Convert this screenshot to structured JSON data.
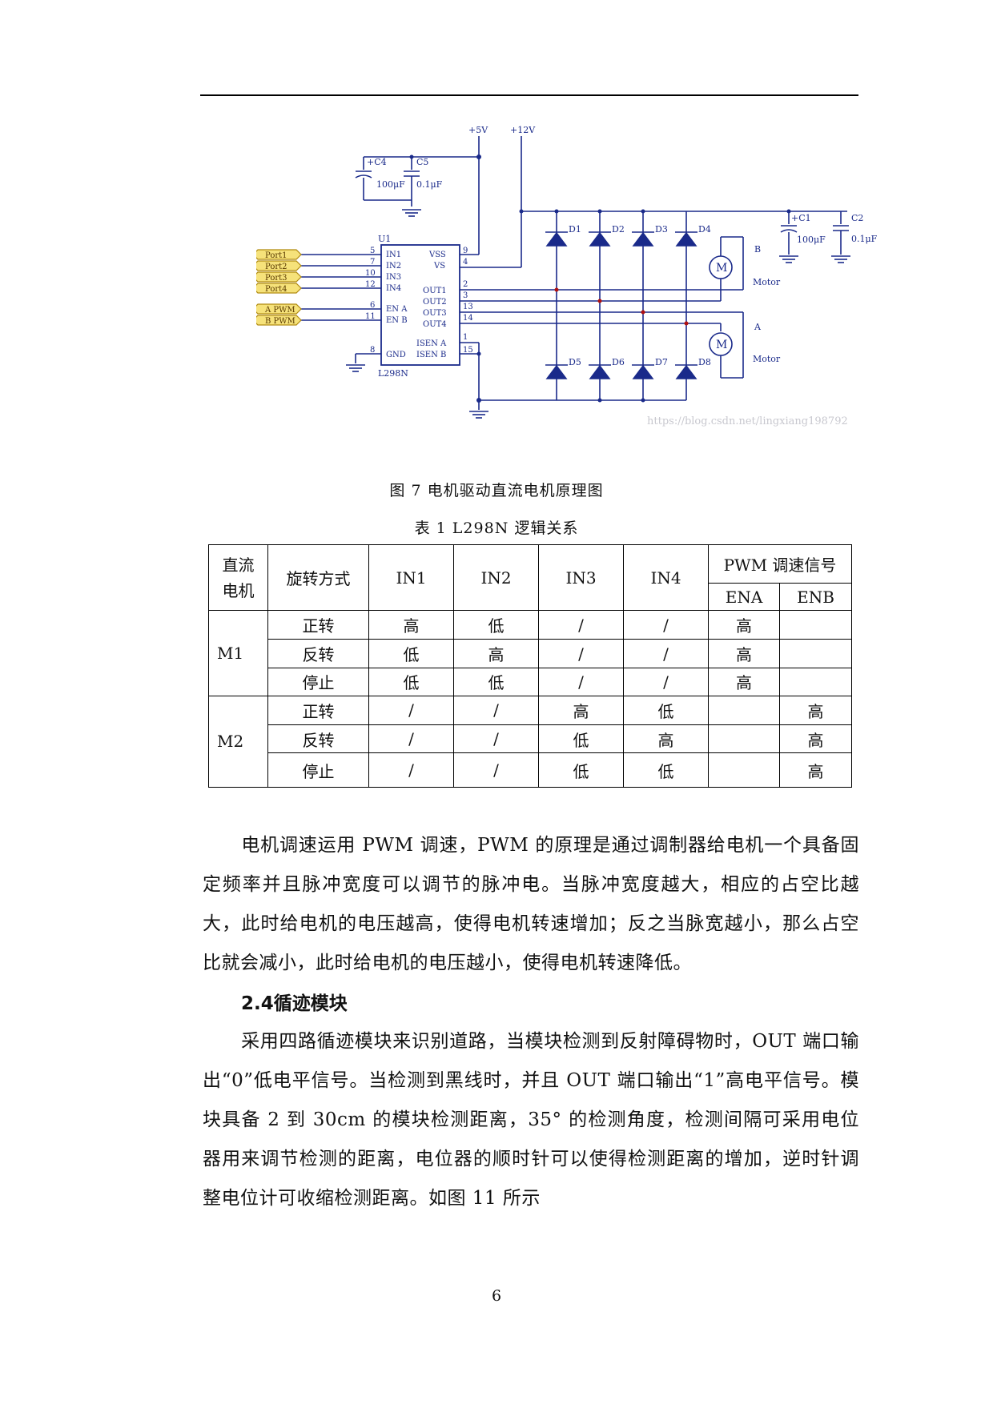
{
  "schematic": {
    "supply_5v": "+5V",
    "supply_12v": "+12V",
    "c4_label": "+C4",
    "c4_value": "100μF",
    "c5_label": "C5",
    "c5_value": "0.1μF",
    "c1_label": "+C1",
    "c1_value": "100μF",
    "c2_label": "C2",
    "c2_value": "0.1μF",
    "chip_ref": "U1",
    "chip_name": "L298N",
    "chip_pins_left": [
      {
        "num": "5",
        "name": "IN1"
      },
      {
        "num": "7",
        "name": "IN2"
      },
      {
        "num": "10",
        "name": "IN3"
      },
      {
        "num": "12",
        "name": "IN4"
      },
      {
        "num": "6",
        "name": "EN A"
      },
      {
        "num": "11",
        "name": "EN B"
      },
      {
        "num": "8",
        "name": "GND"
      }
    ],
    "chip_pins_right": [
      {
        "num": "9",
        "name": "VSS"
      },
      {
        "num": "4",
        "name": "VS"
      },
      {
        "num": "2",
        "name": "OUT1"
      },
      {
        "num": "3",
        "name": "OUT2"
      },
      {
        "num": "13",
        "name": "OUT3"
      },
      {
        "num": "14",
        "name": "OUT4"
      },
      {
        "num": "1",
        "name": "ISEN A"
      },
      {
        "num": "15",
        "name": "ISEN B"
      }
    ],
    "ports": [
      "Port1",
      "Port2",
      "Port3",
      "Port4"
    ],
    "pwm_ports": [
      "A PWM",
      "B PWM"
    ],
    "diodes_top": [
      "D1",
      "D2",
      "D3",
      "D4"
    ],
    "diodes_bottom": [
      "D5",
      "D6",
      "D7",
      "D8"
    ],
    "motor_b_label": "B",
    "motor_a_label": "A",
    "motor_symbol": "M",
    "motor_text": "Motor",
    "watermark": "https://blog.csdn.net/lingxiang198792"
  },
  "figure_caption": "图 7  电机驱动直流电机原理图",
  "table_caption": "表 1  L298N 逻辑关系",
  "table": {
    "h_motor_line1": "直流",
    "h_motor_line2": "电机",
    "h_mode": "旋转方式",
    "h_in1": "IN1",
    "h_in2": "IN2",
    "h_in3": "IN3",
    "h_in4": "IN4",
    "h_pwm": "PWM 调速信号",
    "h_ena": "ENA",
    "h_enb": "ENB",
    "m1": "M1",
    "m2": "M2",
    "m1_rows": [
      [
        "正转",
        "高",
        "低",
        "/",
        "/",
        "高",
        ""
      ],
      [
        "反转",
        "低",
        "高",
        "/",
        "/",
        "高",
        ""
      ],
      [
        "停止",
        "低",
        "低",
        "/",
        "/",
        "高",
        ""
      ]
    ],
    "m2_rows": [
      [
        "正转",
        "/",
        "/",
        "高",
        "低",
        "",
        "高"
      ],
      [
        "反转",
        "/",
        "/",
        "低",
        "高",
        "",
        "高"
      ],
      [
        "停止",
        "/",
        "/",
        "低",
        "低",
        "",
        "高"
      ]
    ]
  },
  "paragraph1": "电机调速运用 PWM 调速，PWM 的原理是通过调制器给电机一个具备固定频率并且脉冲宽度可以调节的脉冲电。当脉冲宽度越大，相应的占空比越大，此时给电机的电压越高，使得电机转速增加；反之当脉宽越小，那么占空比就会减小，此时给电机的电压越小，使得电机转速降低。",
  "section_heading": "2.4循迹模块",
  "paragraph2": "采用四路循迹模块来识别道路，当模块检测到反射障碍物时，OUT 端口输出“0”低电平信号。当检测到黑线时，并且 OUT 端口输出“1”高电平信号。模块具备 2 到 30cm 的模块检测距离，35° 的检测角度，检测间隔可采用电位器用来调节检测的距离，电位器的顺时针可以使得检测距离的增加，逆时针调整电位计可收缩检测距离。如图 11 所示",
  "page_number": "6"
}
